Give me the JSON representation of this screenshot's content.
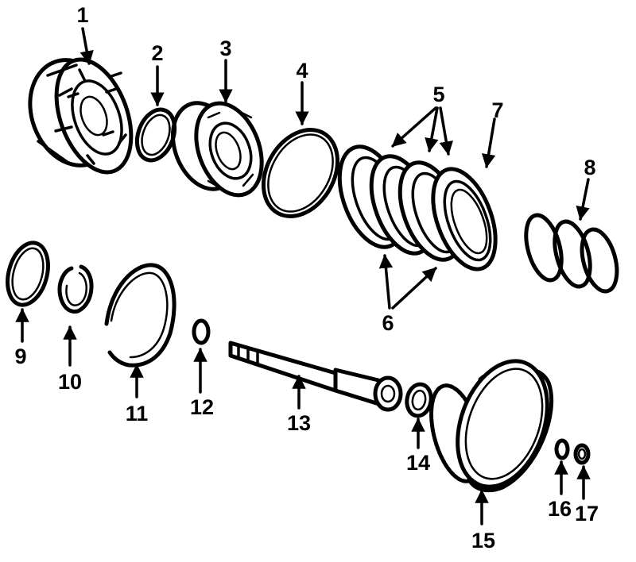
{
  "diagram": {
    "callouts": [
      {
        "id": "1",
        "label": "1"
      },
      {
        "id": "2",
        "label": "2"
      },
      {
        "id": "3",
        "label": "3"
      },
      {
        "id": "4",
        "label": "4"
      },
      {
        "id": "5",
        "label": "5"
      },
      {
        "id": "6",
        "label": "6"
      },
      {
        "id": "7",
        "label": "7"
      },
      {
        "id": "8",
        "label": "8"
      },
      {
        "id": "9",
        "label": "9"
      },
      {
        "id": "10",
        "label": "10"
      },
      {
        "id": "11",
        "label": "11"
      },
      {
        "id": "12",
        "label": "12"
      },
      {
        "id": "13",
        "label": "13"
      },
      {
        "id": "14",
        "label": "14"
      },
      {
        "id": "15",
        "label": "15"
      },
      {
        "id": "16",
        "label": "16"
      },
      {
        "id": "17",
        "label": "17"
      }
    ],
    "colors": {
      "ink": "#000000",
      "background": "#ffffff"
    }
  }
}
